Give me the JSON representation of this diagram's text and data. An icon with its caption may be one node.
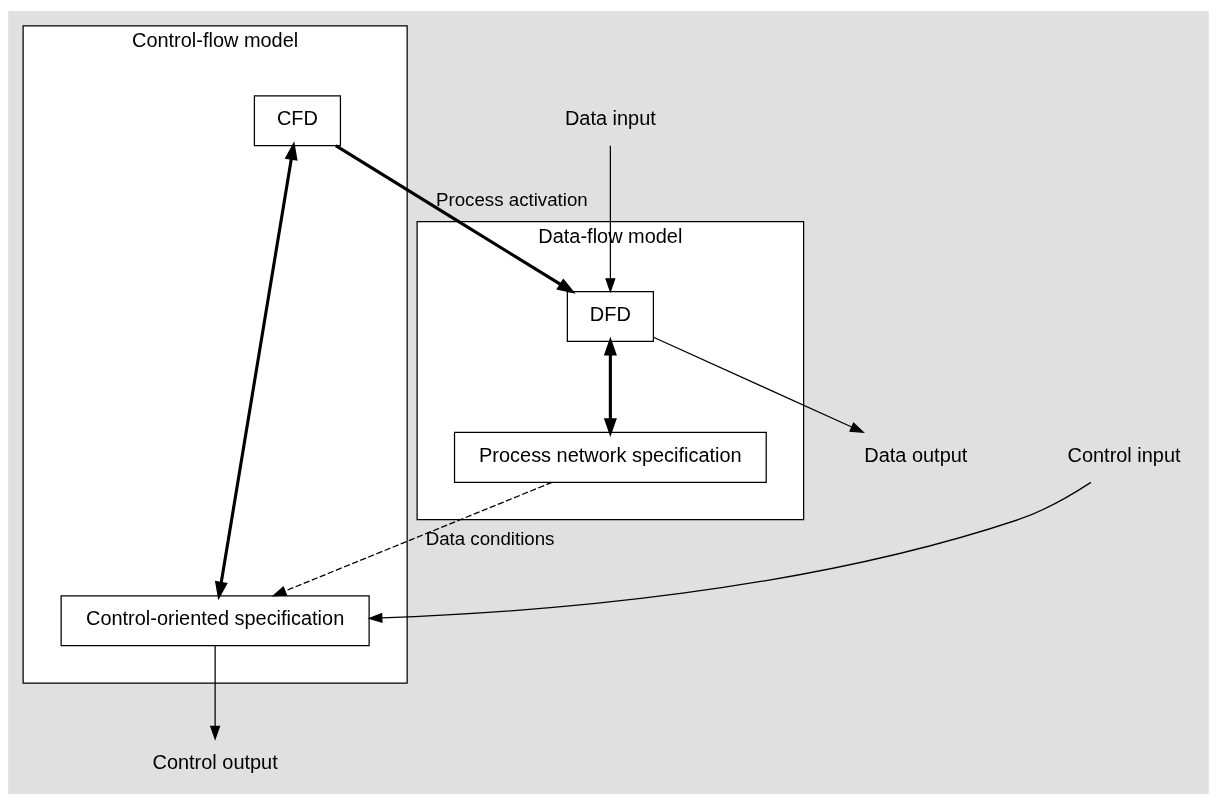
{
  "diagram": {
    "nodes": [
      {
        "text": [
          "Data-flow model"
        ]
      },
      {
        "text": [
          "DFD"
        ],
        "in": 0
      },
      {
        "text": [
          "Process network specification"
        ],
        "in": 0
      },
      {
        "text": [
          "Control-flow model"
        ]
      },
      {
        "text": [
          "CFD"
        ],
        "in": 3
      },
      {
        "text": [
          "Control-oriented specification"
        ],
        "in": 3
      },
      {
        "text": [
          "Data input"
        ]
      },
      {
        "text": [
          "Data output"
        ]
      },
      {
        "text": [
          "Control output"
        ]
      },
      {
        "text": [
          "Control input"
        ]
      }
    ],
    "edges": [
      {
        "from": 6,
        "to": 1,
        "arrow": "to"
      },
      {
        "from": 1,
        "to": 7,
        "arrow": "to"
      },
      {
        "from": 4,
        "to": 1,
        "arrow": "to",
        "label": "Process activation",
        "style": "thick"
      },
      {
        "from": 1,
        "to": 2,
        "arrow": "both",
        "style": "thick"
      },
      {
        "from": 4,
        "to": 5,
        "arrow": "both",
        "style": "thick"
      },
      {
        "from": 2,
        "to": 5,
        "arrow": "to",
        "label": "Data conditions",
        "style": "dashed"
      },
      {
        "from": 5,
        "to": 8,
        "arrow": "to"
      },
      {
        "from": 9,
        "to": 5,
        "arrow": "to"
      }
    ]
  }
}
